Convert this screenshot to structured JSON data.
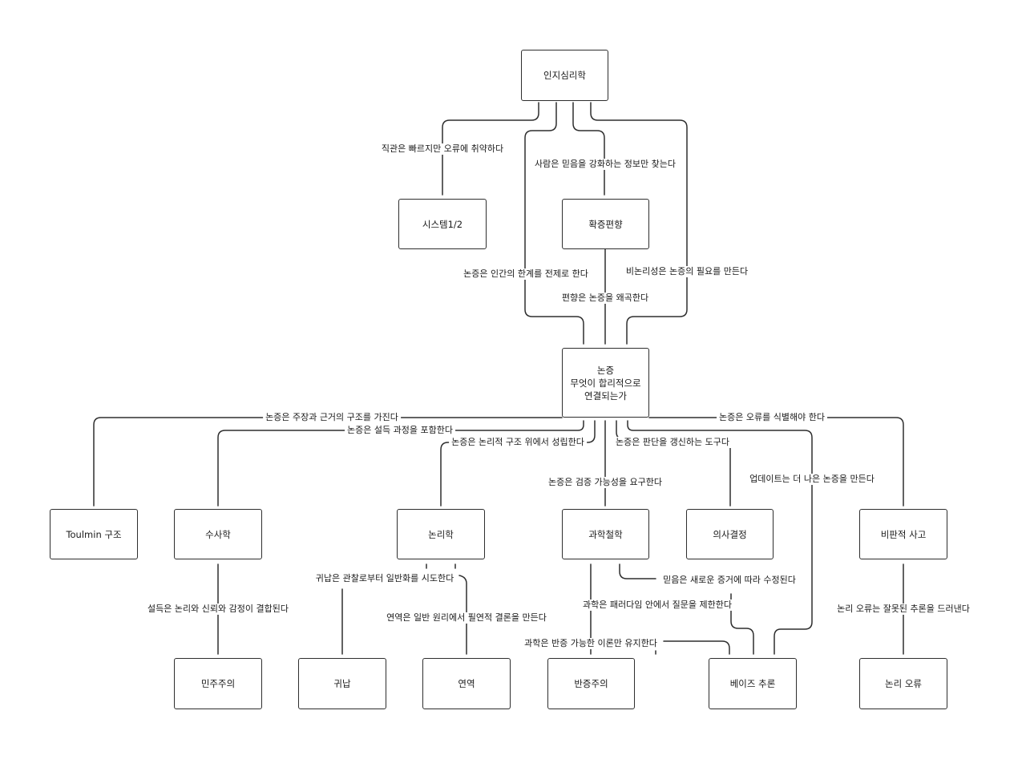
{
  "nodes": {
    "cognitive_psychology": "인지심리학",
    "system_1_2": "시스템1/2",
    "confirmation_bias": "확증편향",
    "argument": "논증\n무엇이 합리적으로\n연결되는가",
    "toulmin": "Toulmin 구조",
    "rhetoric": "수사학",
    "logic": "논리학",
    "philosophy_of_science": "과학철학",
    "decision_making": "의사결정",
    "critical_thinking": "비판적 사고",
    "democracy": "민주주의",
    "induction": "귀납",
    "deduction": "연역",
    "falsificationism": "반증주의",
    "bayesian_inference": "베이즈 추론",
    "logical_fallacy": "논리 오류"
  },
  "edge_labels": {
    "intuition": "직관은 빠르지만 오류에 취약하다",
    "seek_confirming_info": "사람은 믿음을 강화하는 정보만 찾는다",
    "human_limits": "논증은 인간의 한계를 전제로 한다",
    "irrationality": "비논리성은 논증의 필요를 만든다",
    "bias_distorts": "편향은 논증을 왜곡한다",
    "claim_grounds": "논증은 주장과 근거의 구조를 가진다",
    "identify_fallacies": "논증은 오류를 식별해야 한다",
    "persuasion_process": "논증은 설득 과정을 포함한다",
    "logical_structure": "논증은 논리적 구조 위에서 성립한다",
    "update_judgment": "논증은 판단을 갱신하는 도구다",
    "verifiability": "논증은 검증 가능성을 요구한다",
    "updates_better": "업데이트는 더 나은 논증을 만든다",
    "induction_generalize": "귀납은 관찰로부터 일반화를 시도한다",
    "beliefs_revised": "믿음은 새로운 증거에 따라 수정된다",
    "persuasion_combines": "설득은 논리와 신뢰와 감정이 결합된다",
    "deduction_conclusion": "연역은 일반 원리에서 필연적 결론을 만든다",
    "paradigm_limits": "과학은 패러다임 안에서 질문을 제한한다",
    "fallacies_reveal": "논리 오류는 잘못된 추론을 드러낸다",
    "falsifiable_only": "과학은 반증 가능한 이론만 유지한다"
  }
}
